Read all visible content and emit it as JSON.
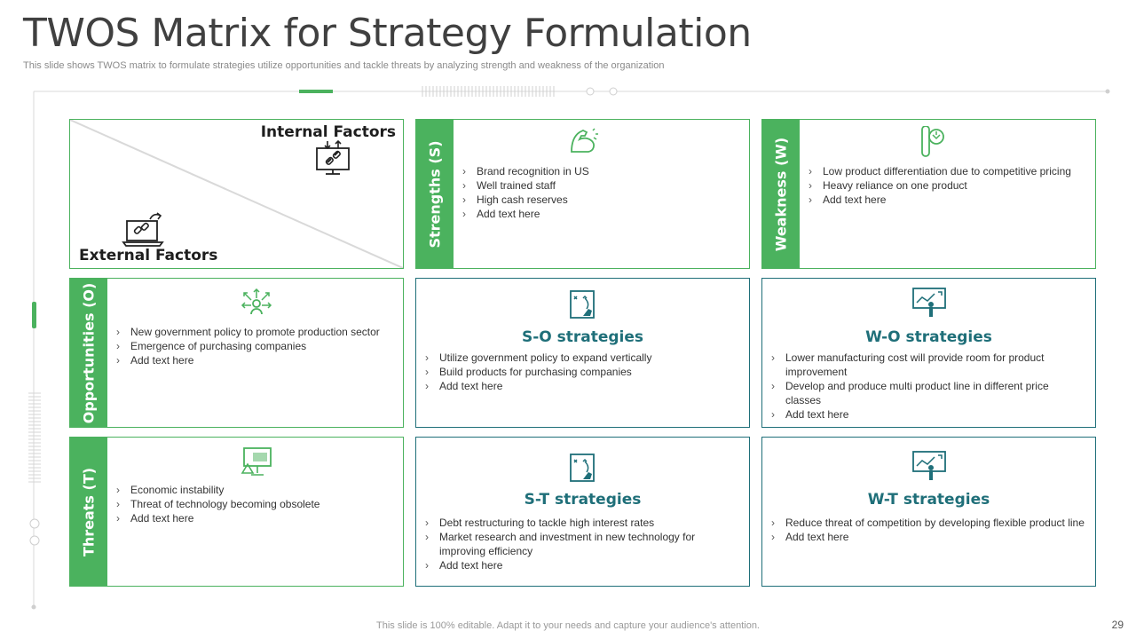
{
  "title": "TWOS Matrix for Strategy Formulation",
  "subtitle": "This slide shows TWOS matrix to formulate strategies utilize opportunities and tackle threats by analyzing strength and weakness of the organization",
  "colors": {
    "green": "#4bb25e",
    "teal": "#1f6f79",
    "title": "#404040"
  },
  "corner": {
    "internal_label": "Internal Factors",
    "external_label": "External Factors",
    "internal_icon": "link-arrows-monitor-icon",
    "external_icon": "laptop-share-icon"
  },
  "strengths": {
    "label": "Strengths (S)",
    "icon": "flexed-arm-icon",
    "items": [
      "Brand recognition in US",
      "Well trained staff",
      "High cash reserves",
      "Add text here"
    ]
  },
  "weakness": {
    "label": "Weakness (W)",
    "icon": "broken-bone-icon",
    "items": [
      "Low product differentiation due to competitive pricing",
      "Heavy reliance on one product",
      "Add text here"
    ]
  },
  "opportunities": {
    "label": "Opportunities (O)",
    "icon": "person-arrows-icon",
    "items": [
      "New government  policy to promote production sector",
      "Emergence of purchasing companies",
      "Add text here"
    ]
  },
  "threats": {
    "label": "Threats (T)",
    "icon": "monitor-warning-icon",
    "items": [
      "Economic instability",
      "Threat of technology becoming obsolete",
      "Add text here"
    ]
  },
  "so": {
    "title": "S-O strategies",
    "icon": "strategy-board-icon",
    "items": [
      "Utilize government  policy to expand vertically",
      "Build products for purchasing companies",
      "Add text here"
    ]
  },
  "wo": {
    "title": "W-O strategies",
    "icon": "presentation-chart-icon",
    "items": [
      "Lower manufacturing cost will provide room for product improvement",
      "Develop and produce multi product line in different  price classes",
      "Add text here"
    ]
  },
  "st": {
    "title": "S-T strategies",
    "icon": "strategy-board-icon",
    "items": [
      "Debt restructuring to tackle high interest rates",
      "Market research  and investment  in new technology for improving efficiency",
      "Add text here"
    ]
  },
  "wt": {
    "title": "W-T strategies",
    "icon": "presentation-chart-icon",
    "items": [
      "Reduce threat of competition by developing flexible product line",
      "Add text here"
    ]
  },
  "footer": "This slide is 100% editable. Adapt it to your needs and capture your audience's attention.",
  "page_number": "29"
}
